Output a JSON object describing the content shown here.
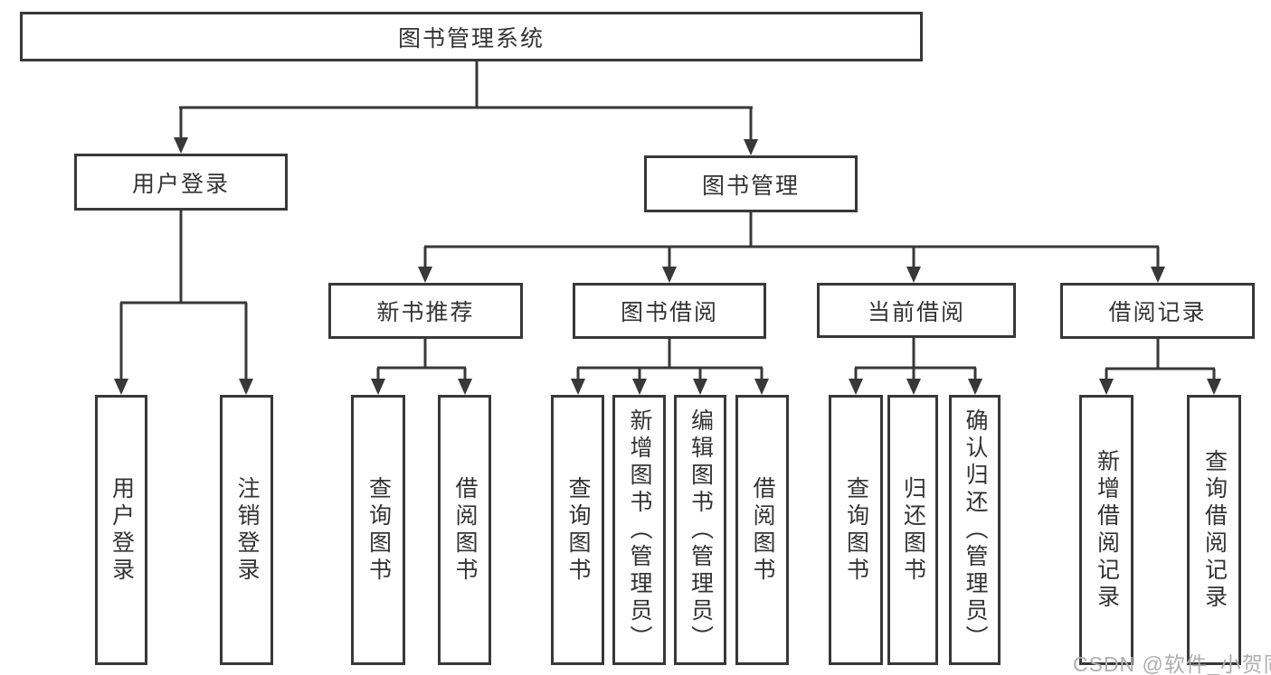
{
  "diagram": {
    "root": {
      "label": "图书管理系统"
    },
    "level2": {
      "user_login": {
        "label": "用户登录"
      },
      "book_management": {
        "label": "图书管理"
      }
    },
    "level3": {
      "new_book_recommend": {
        "label": "新书推荐"
      },
      "book_borrowing": {
        "label": "图书借阅"
      },
      "current_borrowing": {
        "label": "当前借阅"
      },
      "borrow_records": {
        "label": "借阅记录"
      }
    },
    "leaves": {
      "user_login": {
        "label": "用户登录"
      },
      "logout": {
        "label": "注销登录"
      },
      "nb_query_books": {
        "label": "查询图书"
      },
      "nb_borrow_books": {
        "label": "借阅图书"
      },
      "bb_query_books": {
        "label": "查询图书"
      },
      "bb_add_books": {
        "label": "新增图书（管理员）"
      },
      "bb_edit_books": {
        "label": "编辑图书（管理员）"
      },
      "bb_borrow_books": {
        "label": "借阅图书"
      },
      "cb_query_books": {
        "label": "查询图书"
      },
      "cb_return_books": {
        "label": "归还图书"
      },
      "cb_confirm_return": {
        "label": "确认归还（管理员）"
      },
      "br_add_record": {
        "label": "新增借阅记录"
      },
      "br_query_record": {
        "label": "查询借阅记录"
      }
    }
  },
  "watermark": "CSDN @软件_小贺同学",
  "colors": {
    "line": "#383838",
    "box_border": "#383838",
    "text": "#333333",
    "background": "#ffffff",
    "watermark": "#aeaeae"
  }
}
